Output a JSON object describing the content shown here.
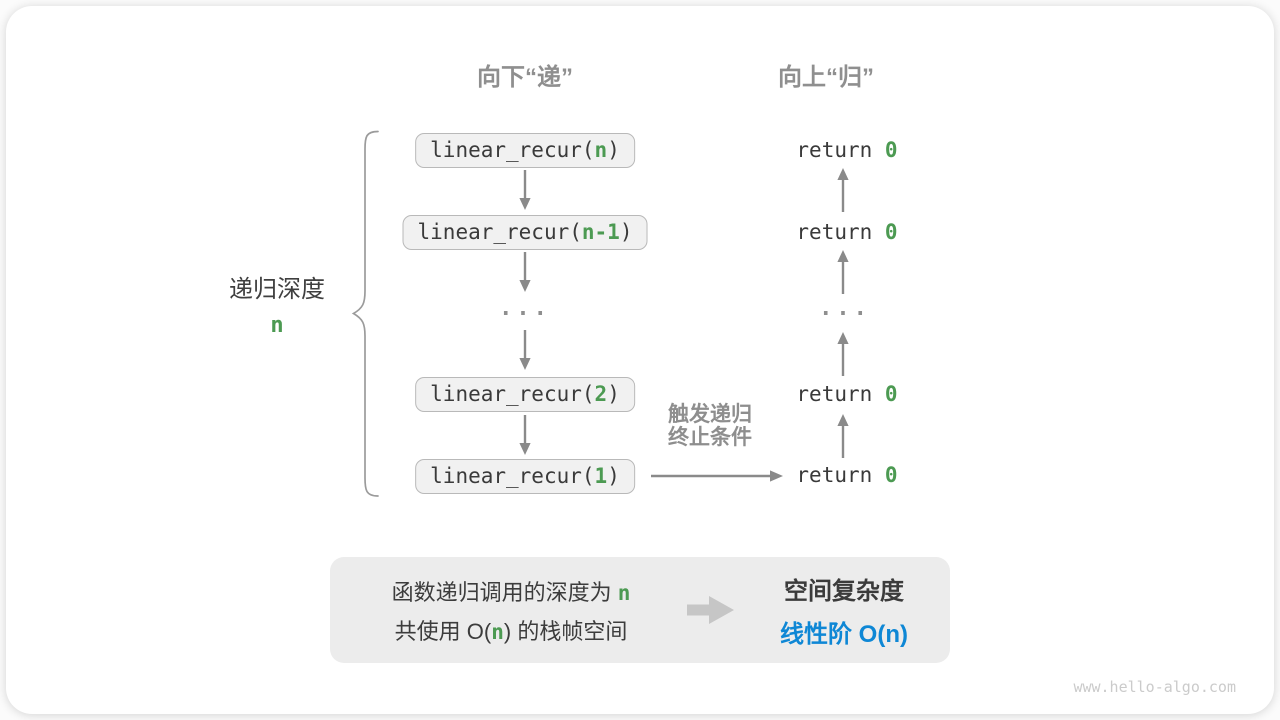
{
  "headers": {
    "down": "向下“递”",
    "up": "向上“归”"
  },
  "depth_label": {
    "title": "递归深度",
    "value": "n"
  },
  "calls": [
    {
      "prefix": "linear_recur(",
      "arg": "n",
      "suffix": ")"
    },
    {
      "prefix": "linear_recur(",
      "arg": "n-1",
      "suffix": ")"
    },
    {
      "prefix": "linear_recur(",
      "arg": "2",
      "suffix": ")"
    },
    {
      "prefix": "linear_recur(",
      "arg": "1",
      "suffix": ")"
    }
  ],
  "ellipsis": "...",
  "returns": [
    {
      "prefix": "return ",
      "value": "0"
    },
    {
      "prefix": "return ",
      "value": "0"
    },
    {
      "prefix": "return ",
      "value": "0"
    },
    {
      "prefix": "return ",
      "value": "0"
    }
  ],
  "trigger_label": {
    "line1": "触发递归",
    "line2": "终止条件"
  },
  "summary": {
    "left_line1_pre": "函数递归调用的深度为 ",
    "left_line1_n": "n",
    "left_line2_pre": "共使用 O(",
    "left_line2_n": "n",
    "left_line2_post": ") 的栈帧空间",
    "right_title": "空间复杂度",
    "right_value": "线性阶 O(n)"
  },
  "watermark": "www.hello-algo.com",
  "colors": {
    "green": "#4C9A52",
    "blue": "#0E87D5",
    "arrow_gray": "#8a8a8a",
    "header_gray": "#8f8f8f",
    "box_fill": "#f1f1f1",
    "box_border": "#b9b9b9",
    "summary_fill": "#ececec",
    "dark_text": "#3a3a3a",
    "block_arrow": "#c6c6c6"
  }
}
